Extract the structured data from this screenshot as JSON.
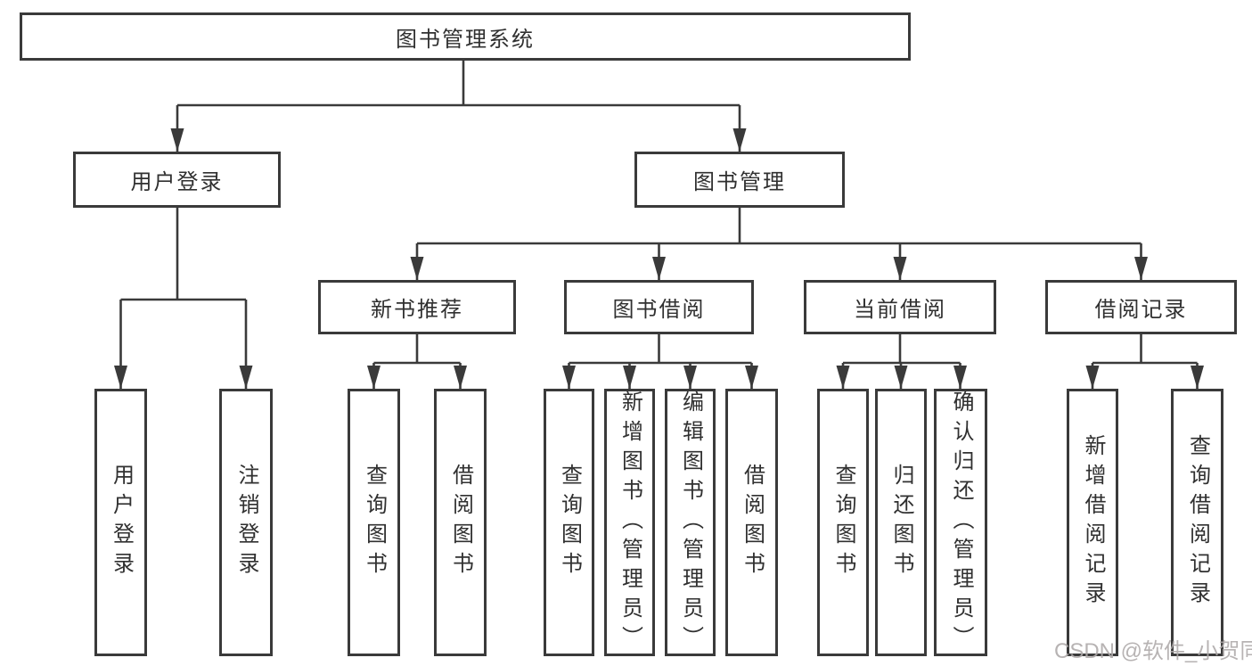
{
  "diagram": {
    "root": {
      "label": "图书管理系统"
    },
    "branches": [
      {
        "label": "用户登录",
        "children": [
          "用户登录",
          "注销登录"
        ]
      },
      {
        "label": "图书管理",
        "sections": [
          {
            "label": "新书推荐",
            "children": [
              "查询图书",
              "借阅图书"
            ]
          },
          {
            "label": "图书借阅",
            "children": [
              "查询图书",
              "新增图书（管理员）",
              "编辑图书（管理员）",
              "借阅图书"
            ]
          },
          {
            "label": "当前借阅",
            "children": [
              "查询图书",
              "归还图书",
              "确认归还（管理员）"
            ]
          },
          {
            "label": "借阅记录",
            "children": [
              "新增借阅记录",
              "查询借阅记录"
            ]
          }
        ]
      }
    ]
  },
  "watermark": "CSDN @软件_小贺同学",
  "colors": {
    "line": "#3a3a3a",
    "text": "#303030",
    "watermark": "#ada8a8",
    "background": "#ffffff"
  }
}
